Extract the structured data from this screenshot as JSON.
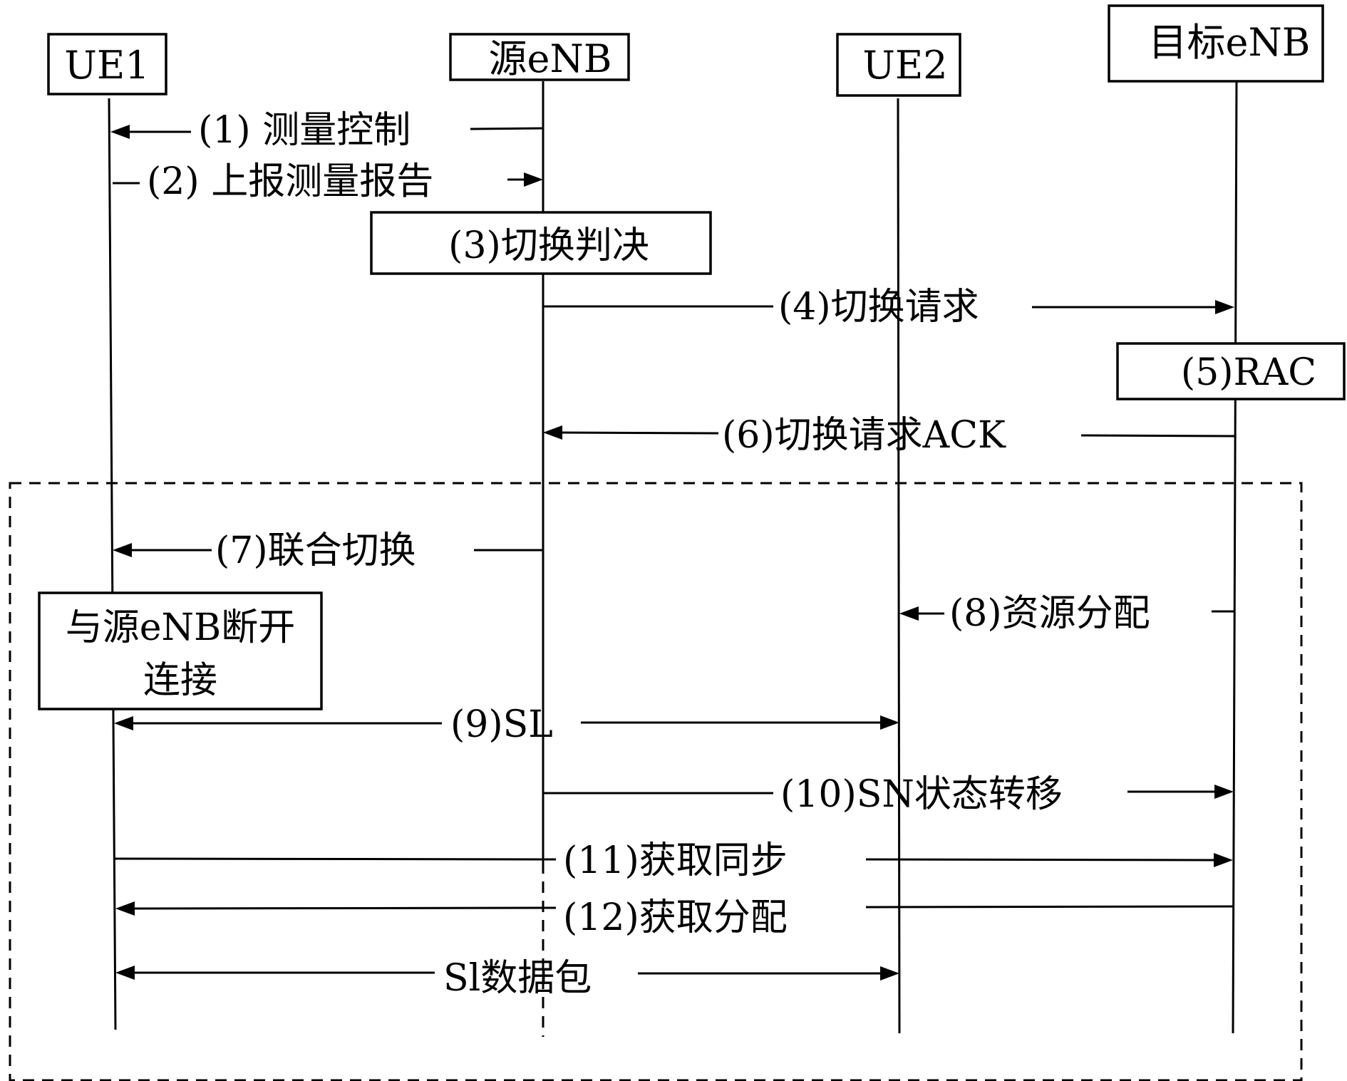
{
  "entities": {
    "ue1": "UE1",
    "source_enb": "源eNB",
    "ue2": "UE2",
    "target_enb": "目标eNB"
  },
  "messages": {
    "m1": "(1) 测量控制",
    "m2": "(2) 上报测量报告",
    "m4": "(4)切换请求",
    "m6": "(6)切换请求ACK",
    "m7": "(7)联合切换",
    "m8": "(8)资源分配",
    "m9": "(9)SL",
    "m10": "(10)SN状态转移",
    "m11": "(11)获取同步",
    "m12": "(12)获取分配",
    "m13": "Sl数据包"
  },
  "process_boxes": {
    "handover_decision": "(3)切换判决",
    "rac": "(5)RAC",
    "disconnect_line1": "与源eNB断开",
    "disconnect_line2": "连接"
  }
}
